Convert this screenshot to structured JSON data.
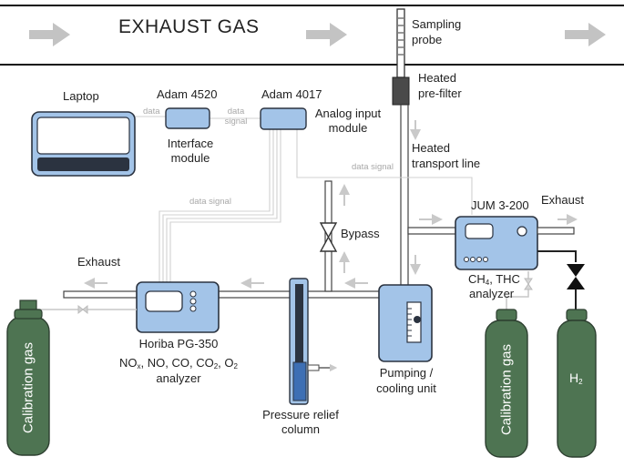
{
  "title": "EXHAUST GAS",
  "labels": {
    "sampling_probe": "Sampling\nprobe",
    "heated_prefilter": "Heated\npre-filter",
    "heated_transport_line": "Heated\ntransport line",
    "laptop": "Laptop",
    "adam4520": "Adam 4520",
    "adam4017": "Adam 4017",
    "interface_module": "Interface\nmodule",
    "analog_input_module": "Analog input\nmodule",
    "data_1": "data",
    "data_2": "data\nsignal",
    "data_signal_right": "data signal",
    "data_signal_left": "data signal",
    "bypass": "Bypass",
    "exhaust_left": "Exhaust",
    "exhaust_right": "Exhaust",
    "jum": "JUM 3-200",
    "jum_gas_1": "CH",
    "jum_gas_1_sub": "4",
    "jum_gas_2": ", THC",
    "jum_analyzer": "analyzer",
    "horiba": "Horiba PG-350",
    "horiba_gases_1": "NO",
    "horiba_gases_1_sub": "x",
    "horiba_gases_2": ", NO, CO, CO",
    "horiba_gases_2_sub": "2",
    "horiba_gases_3": ", O",
    "horiba_gases_3_sub": "2",
    "horiba_analyzer": "analyzer",
    "pressure_relief": "Pressure relief\ncolumn",
    "pumping_cooling": "Pumping /\ncooling unit",
    "calibration_gas_left": "Calibration gas",
    "calibration_gas_right": "Calibration gas",
    "h2_main": "H",
    "h2_sub": "2"
  },
  "colors": {
    "device_fill": "#a3c4e8",
    "device_stroke": "#2b3340",
    "cylinder_fill": "#4e7452",
    "arrow": "#bdbdbd",
    "signal_line": "#d2d2d2",
    "column_fill": "#3d6fb4",
    "filter": "#4a4a4a"
  }
}
